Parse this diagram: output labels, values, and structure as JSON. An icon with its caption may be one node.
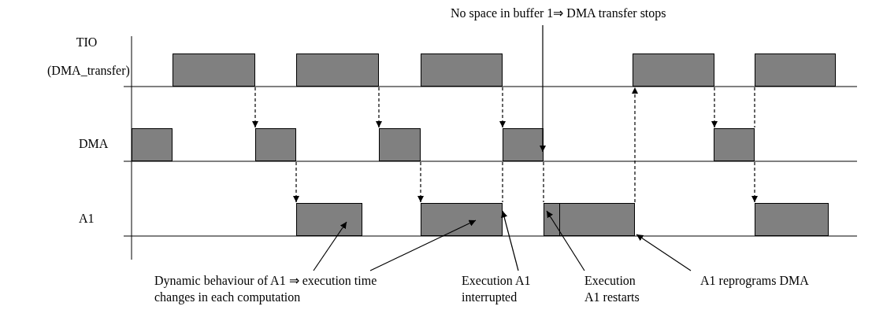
{
  "diagram": {
    "nodes": [
      {
        "text": [
          "No space in buffer 1⇒ DMA transfer stops"
        ]
      },
      {
        "text": [],
        "shape": "bar"
      },
      {
        "text": [],
        "shape": "bar"
      },
      {
        "text": [],
        "shape": "bar"
      },
      {
        "text": [],
        "shape": "bar"
      },
      {
        "text": [],
        "shape": "bar"
      },
      {
        "text": [],
        "shape": "bar"
      },
      {
        "text": [],
        "shape": "bar"
      },
      {
        "text": [],
        "shape": "bar"
      },
      {
        "text": [],
        "shape": "bar"
      },
      {
        "text": [],
        "shape": "bar"
      },
      {
        "text": [],
        "shape": "bar"
      },
      {
        "text": [],
        "shape": "bar"
      },
      {
        "text": [],
        "shape": "bar"
      },
      {
        "text": [],
        "shape": "bar"
      },
      {
        "text": [],
        "shape": "bar"
      },
      {
        "text": [
          "Dynamic behaviour of A1 ⇒ execution time changes in each computation"
        ]
      },
      {
        "text": [
          "Execution A1 interrupted"
        ]
      },
      {
        "text": [
          "Execution A1 restarts"
        ]
      },
      {
        "text": [
          "A1 reprograms DMA"
        ]
      }
    ],
    "edges": [
      {
        "from": 1,
        "to": 7,
        "arrow": "to",
        "style": "dashed"
      },
      {
        "from": 2,
        "to": 8,
        "arrow": "to",
        "style": "dashed"
      },
      {
        "from": 3,
        "to": 9,
        "arrow": "to",
        "style": "dashed"
      },
      {
        "from": 7,
        "to": 11,
        "arrow": "to",
        "style": "dashed"
      },
      {
        "from": 8,
        "to": 12,
        "arrow": "to",
        "style": "dashed"
      },
      {
        "from": 9,
        "to": 12,
        "arrow": "none",
        "style": "dashed"
      },
      {
        "from": 9,
        "to": 13,
        "arrow": "none",
        "style": "dashed"
      },
      {
        "from": 14,
        "to": 4,
        "arrow": "to",
        "style": "dashed"
      },
      {
        "from": 4,
        "to": 10,
        "arrow": "to",
        "style": "dashed"
      },
      {
        "from": 5,
        "to": 10,
        "arrow": "none",
        "style": "dashed"
      },
      {
        "from": 10,
        "to": 15,
        "arrow": "to",
        "style": "dashed"
      },
      {
        "from": 0,
        "to": 9,
        "arrow": "to"
      },
      {
        "from": 16,
        "to": 11,
        "arrow": "to"
      },
      {
        "from": 16,
        "to": 12,
        "arrow": "to"
      },
      {
        "from": 17,
        "to": 12,
        "arrow": "to"
      },
      {
        "from": 18,
        "to": 13,
        "arrow": "to"
      },
      {
        "from": 19,
        "to": 14,
        "arrow": "to"
      }
    ],
    "labels": [
      "TIO (DMA_transfer)",
      "DMA",
      "A1"
    ]
  }
}
